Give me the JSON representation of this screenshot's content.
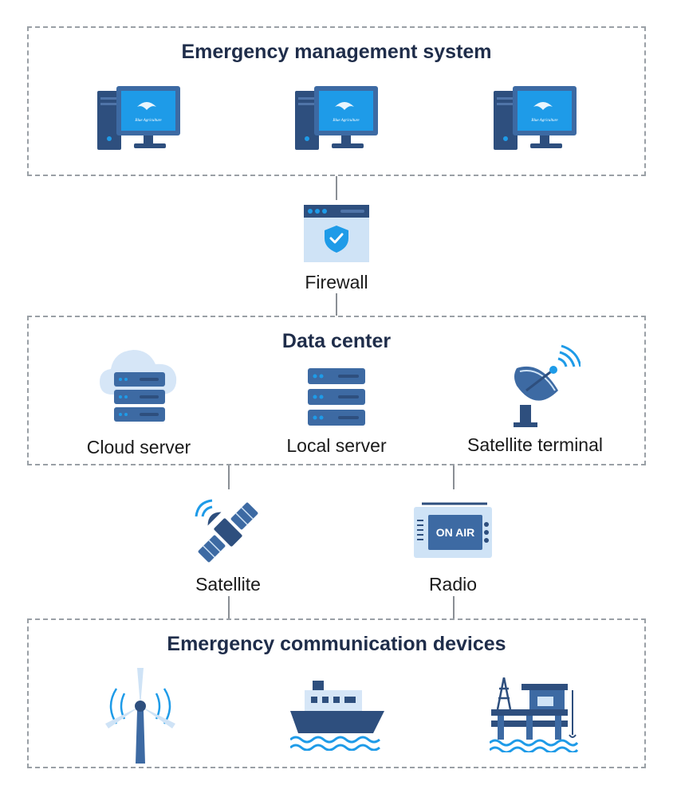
{
  "groups": {
    "management": {
      "title": "Emergency management system"
    },
    "datacenter": {
      "title": "Data center"
    },
    "devices": {
      "title": "Emergency communication devices"
    }
  },
  "monitor_brand": "Blue Agriculture",
  "nodes": {
    "firewall": "Firewall",
    "cloud_server": "Cloud server",
    "local_server": "Local server",
    "satellite_terminal": "Satellite terminal",
    "satellite": "Satellite",
    "radio": "Radio",
    "radio_screen": "ON AIR"
  },
  "colors": {
    "navy": "#2e4f7e",
    "mid_blue": "#3d6aa3",
    "light_blue": "#1e9be8",
    "pale": "#cfe3f6",
    "border": "#9aa0a6"
  }
}
